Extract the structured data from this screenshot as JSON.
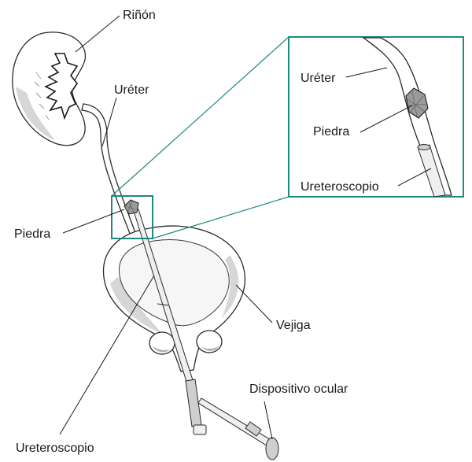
{
  "labels": {
    "kidney": "Riñón",
    "ureter": "Uréter",
    "stone": "Piedra",
    "bladder": "Vejiga",
    "ureteroscope": "Ureteroscopio",
    "eyepiece": "Dispositivo ocular",
    "inset_ureter": "Uréter",
    "inset_stone": "Piedra",
    "inset_ureteroscope": "Ureteroscopio"
  },
  "colors": {
    "inset_frame": "#1f8a80",
    "line_art": "#2a2a2a"
  }
}
